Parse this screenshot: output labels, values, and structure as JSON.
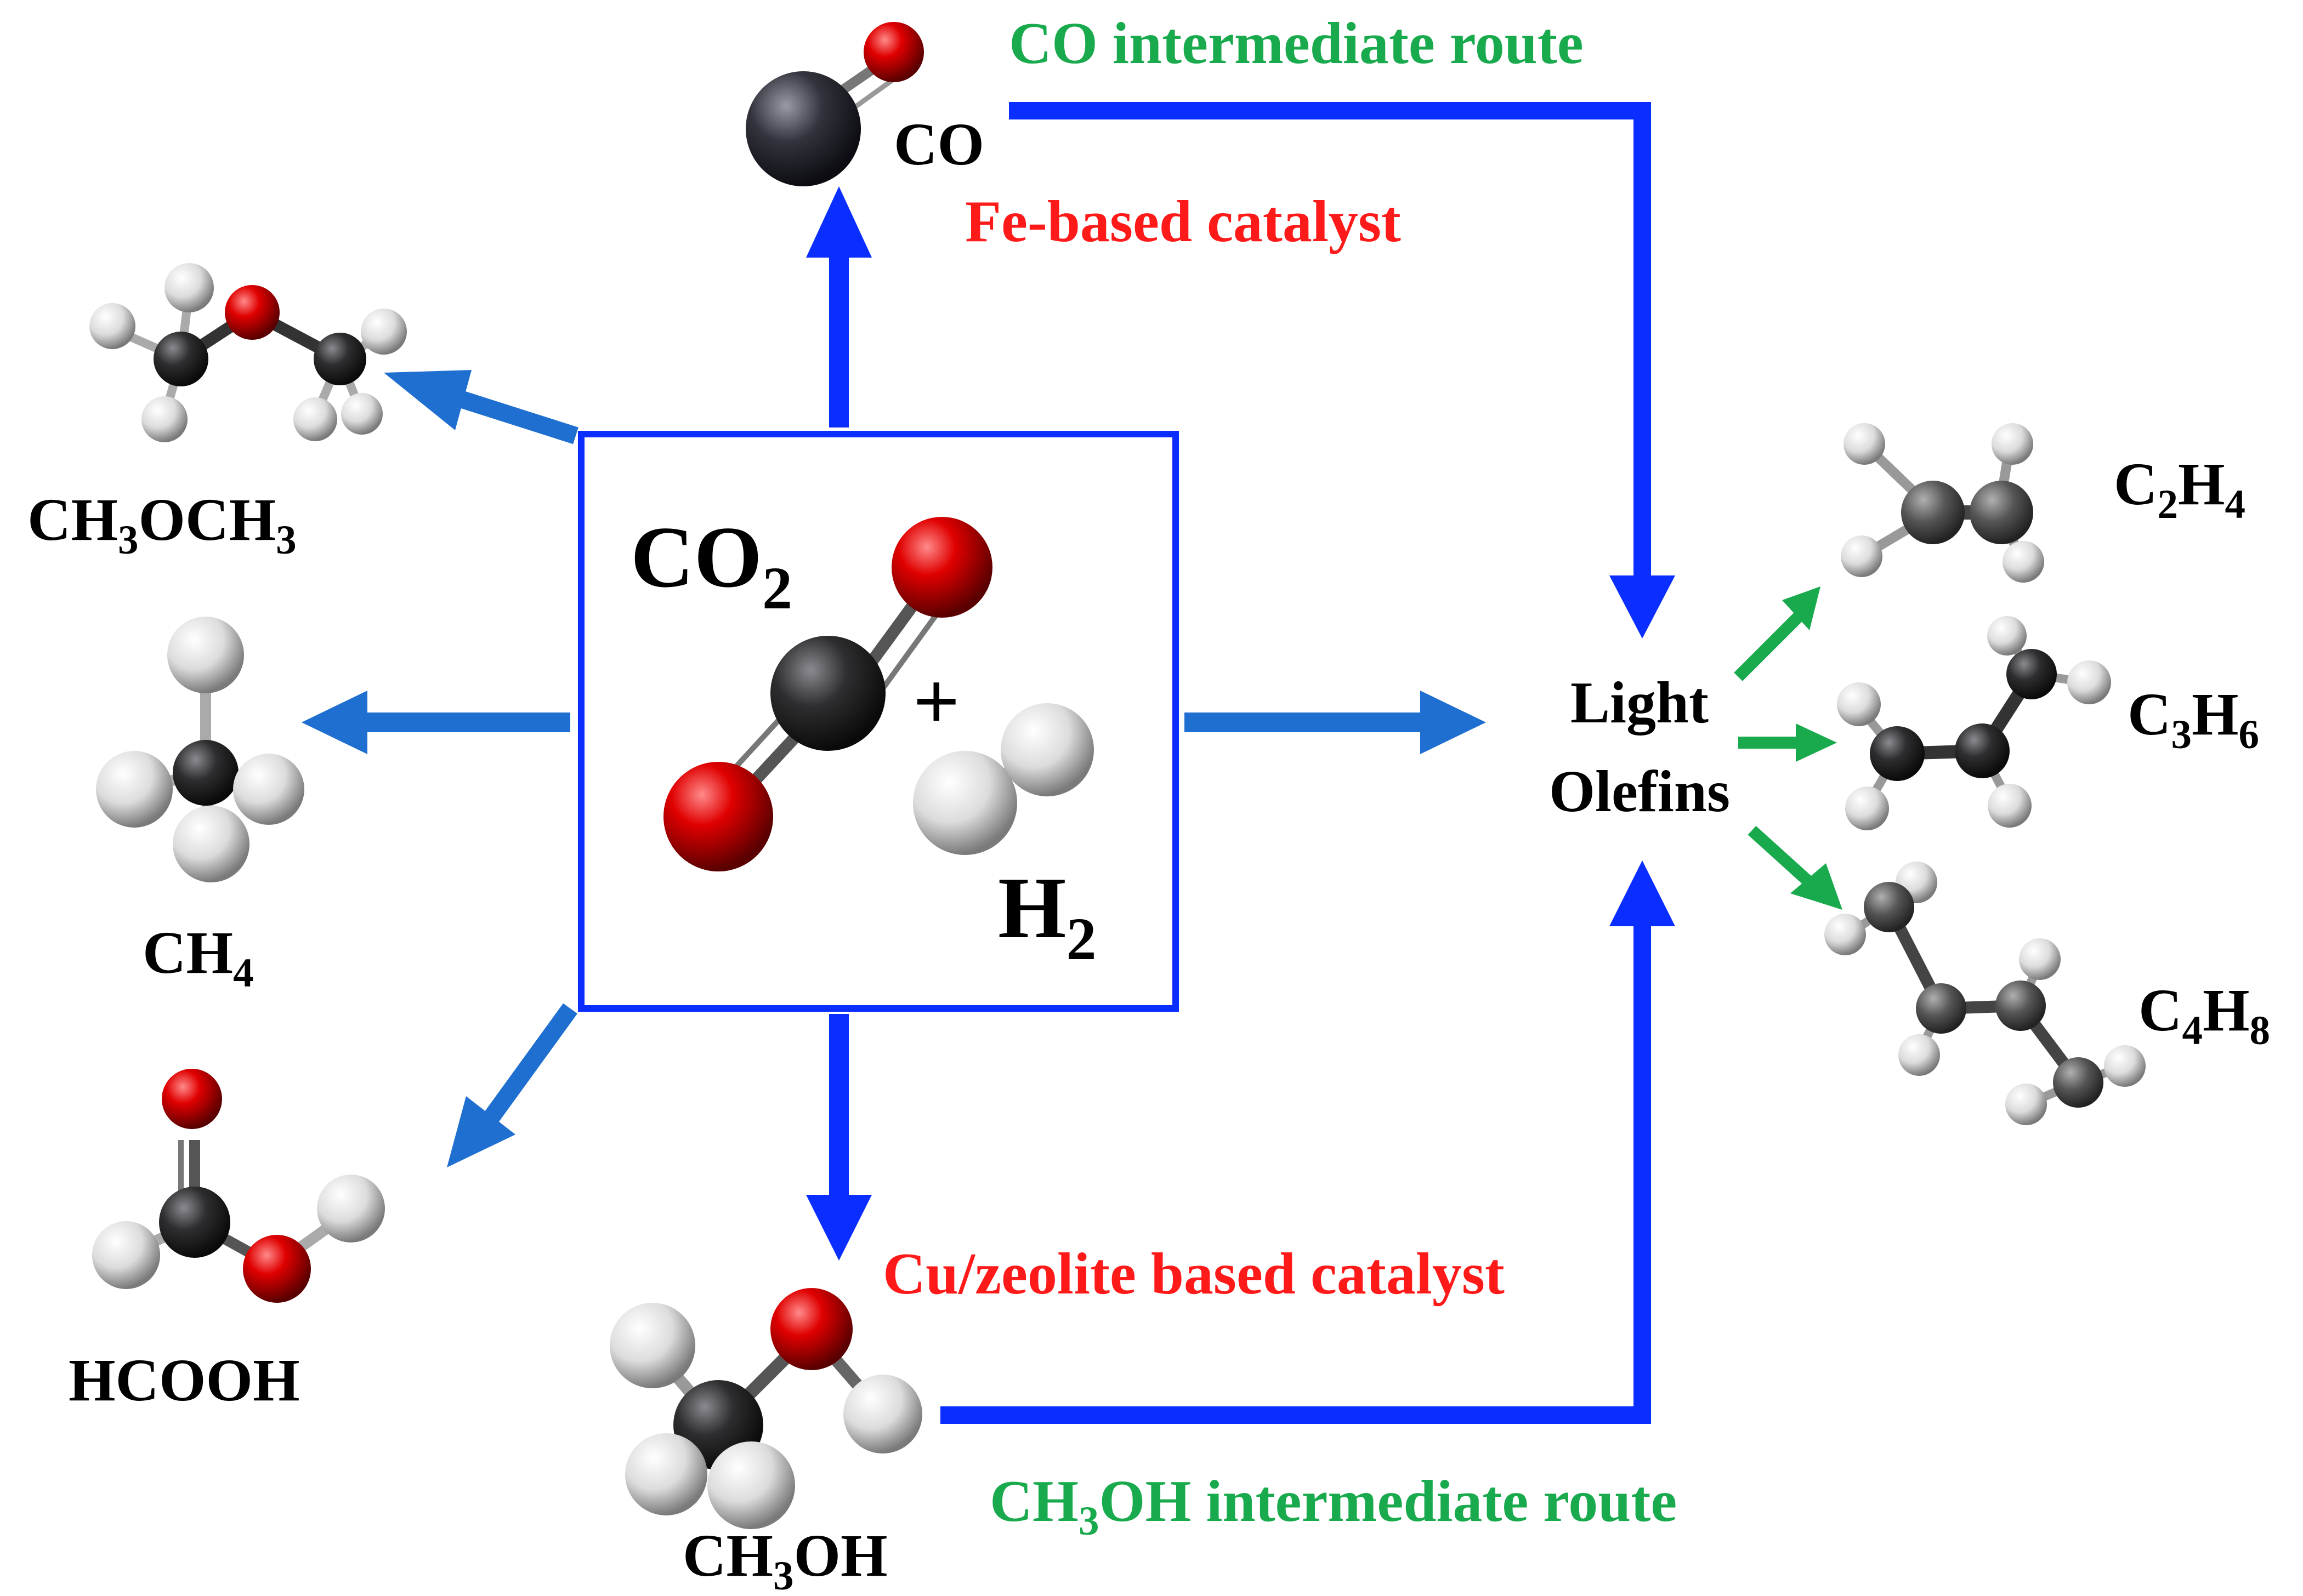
{
  "colors": {
    "route_blue": "#0a2eff",
    "product_arrow_blue": "#1e6fd0",
    "olefin_arrow_green": "#1aaa4e",
    "route_label_green": "#1aaa4e",
    "catalyst_red": "#ff1a1a",
    "label_black": "#000000",
    "carbon_atom": "#2e2e30",
    "co_carbon_atom": "#33333d",
    "oxygen_atom": "#d40000",
    "hydrogen_atom": "#ececec"
  },
  "center": {
    "reactant_1": "CO",
    "reactant_1_sub": "2",
    "plus_sign": "+",
    "reactant_2": "H",
    "reactant_2_sub": "2"
  },
  "routes": {
    "co_route_label": "CO intermediate route",
    "methanol_route_label_pre": "CH",
    "methanol_route_label_sub": "3",
    "methanol_route_label_post": "OH intermediate route"
  },
  "catalysts": {
    "fe": "Fe-based catalyst",
    "cu": "Cu/zeolite based catalyst"
  },
  "intermediates": {
    "co": "CO",
    "methanol_pre": "CH",
    "methanol_sub": "3",
    "methanol_post": "OH"
  },
  "products": {
    "dme_p1": "CH",
    "dme_s1": "3",
    "dme_p2": "OCH",
    "dme_s2": "3",
    "methane_p1": "CH",
    "methane_s1": "4",
    "formic_acid": "HCOOH"
  },
  "olefins": {
    "label_line1": "Light",
    "label_line2": "Olefins",
    "ethylene_c": "C",
    "ethylene_cs": "2",
    "ethylene_h": "H",
    "ethylene_hs": "4",
    "propylene_c": "C",
    "propylene_cs": "3",
    "propylene_h": "H",
    "propylene_hs": "6",
    "butene_c": "C",
    "butene_cs": "4",
    "butene_h": "H",
    "butene_hs": "8"
  }
}
